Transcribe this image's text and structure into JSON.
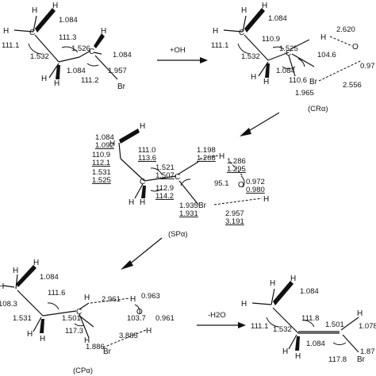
{
  "reaction": {
    "step1_label": "+OH",
    "step2_label": "-H2O"
  },
  "reactant": {
    "lengths": [
      "1.084",
      "1.532",
      "1.526",
      "1.084",
      "1.084",
      "1.957"
    ],
    "angles": [
      "111.1",
      "111.3",
      "111.2"
    ]
  },
  "cr_alpha": {
    "label": "(CRα)",
    "lengths": [
      "1.084",
      "1.532",
      "1.525",
      "1.084",
      "1.965",
      "2.620",
      "0.97",
      "2.556"
    ],
    "angles": [
      "111.1",
      "110.9",
      "110.6",
      "104.6"
    ]
  },
  "sp_alpha": {
    "label": "(SPα)",
    "lengths_a": [
      "1.084",
      "1.531",
      "1.521",
      "1.935",
      "1.198",
      "1.286",
      "0.972",
      "2.957"
    ],
    "lengths_b": [
      "1.092",
      "1.525",
      "1.507",
      "1.931",
      "1.208",
      "1.295",
      "0.980",
      "3.191"
    ],
    "angles_a": [
      "110.9",
      "111.0",
      "112.9",
      "95.1"
    ],
    "angles_b": [
      "112.1",
      "113.6",
      "114.2"
    ]
  },
  "cp_alpha": {
    "label": "(CPα)",
    "lengths": [
      "1.084",
      "1.531",
      "1.501",
      "1.886",
      "2.961",
      "0.963",
      "0.961",
      "3.885"
    ],
    "angles": [
      "108.3",
      "111.6",
      "117.3",
      "103.7"
    ]
  },
  "product": {
    "lengths": [
      "1.084",
      "1.532",
      "1.501",
      "1.084",
      "1.078",
      "1.87"
    ],
    "angles": [
      "111.1",
      "111.8",
      "117.8"
    ]
  },
  "atoms": {
    "H": "H",
    "C": "C",
    "O": "O",
    "Br": "Br"
  }
}
